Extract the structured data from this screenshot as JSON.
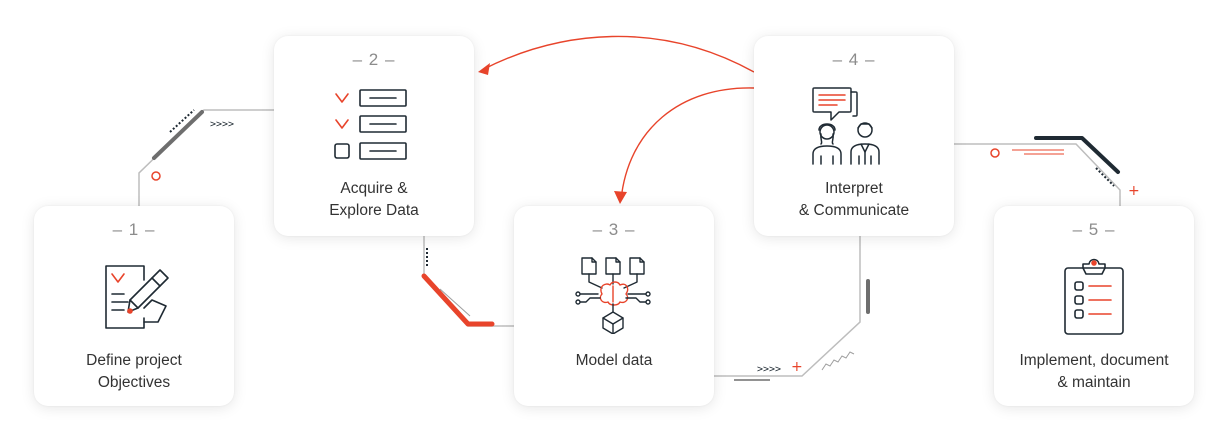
{
  "accent_color": "#e8442b",
  "line_color": "#1f2a33",
  "steps": [
    {
      "number": "– 1 –",
      "label": "Define project\nObjectives",
      "icon": "checklist-pen-icon"
    },
    {
      "number": "– 2 –",
      "label": "Acquire &\nExplore Data",
      "icon": "data-list-icon"
    },
    {
      "number": "– 3 –",
      "label": "Model data",
      "icon": "brain-network-icon"
    },
    {
      "number": "– 4 –",
      "label": "Interpret\n& Communicate",
      "icon": "people-discussion-icon"
    },
    {
      "number": "– 5 –",
      "label": "Implement, document\n& maintain",
      "icon": "clipboard-checklist-icon"
    }
  ]
}
